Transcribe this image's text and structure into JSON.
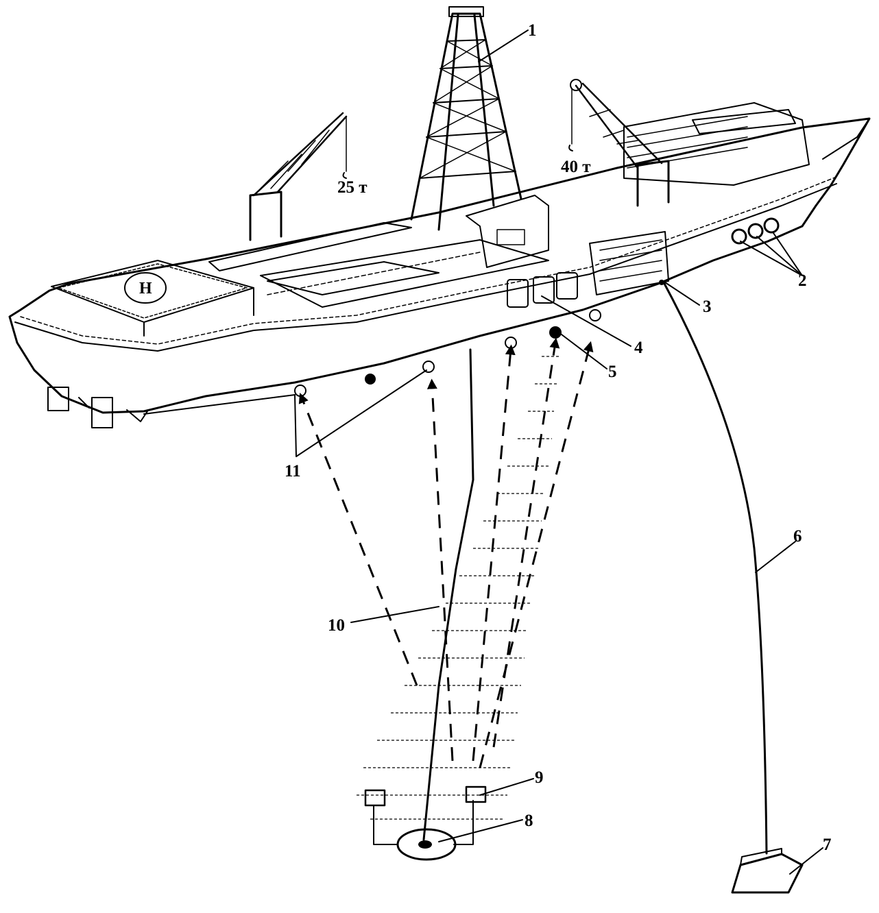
{
  "crane_capacities": {
    "aft_crane": "25 т",
    "fore_crane": "40 т"
  },
  "callouts": [
    {
      "id": "1",
      "text": "1"
    },
    {
      "id": "2",
      "text": "2"
    },
    {
      "id": "3",
      "text": "3"
    },
    {
      "id": "4",
      "text": "4"
    },
    {
      "id": "5",
      "text": "5"
    },
    {
      "id": "6",
      "text": "6"
    },
    {
      "id": "7",
      "text": "7"
    },
    {
      "id": "8",
      "text": "8"
    },
    {
      "id": "9",
      "text": "9"
    },
    {
      "id": "10",
      "text": "10"
    },
    {
      "id": "11",
      "text": "11"
    }
  ],
  "colors": {
    "ink": "#000000",
    "paper": "#ffffff"
  }
}
